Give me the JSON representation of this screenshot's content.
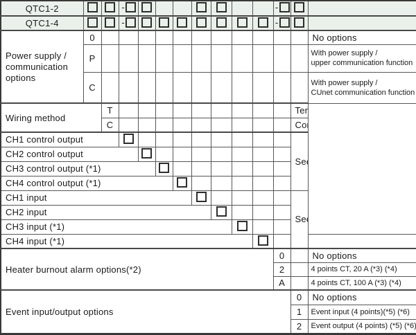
{
  "colors": {
    "row_tint": "#eaf1ea",
    "border": "#565656",
    "text": "#1a1a1a"
  },
  "glyphs": {
    "dash": "-"
  },
  "models": {
    "row1": {
      "label": "QTC1-2"
    },
    "row2": {
      "label": "QTC1-4"
    }
  },
  "power": {
    "label_lines": [
      "Power supply /",
      "communication",
      "options"
    ],
    "rows": [
      {
        "code": "0",
        "desc": "No options"
      },
      {
        "code": "P",
        "desc_lines": [
          "With power supply /",
          "upper communication function"
        ]
      },
      {
        "code": "C",
        "desc_lines": [
          "With power supply /",
          "CUnet communication function"
        ]
      }
    ]
  },
  "wiring": {
    "label": "Wiring method",
    "rows": [
      {
        "code": "T",
        "desc": "Terminal block type"
      },
      {
        "code": "C",
        "desc": "Connector type"
      }
    ]
  },
  "control_outputs": {
    "rows": [
      {
        "label": "CH1 control output"
      },
      {
        "label": "CH2 control output"
      },
      {
        "label": "CH3 control output (*1)"
      },
      {
        "label": "CH4 control output (*1)"
      }
    ],
    "desc": "See output code table"
  },
  "inputs": {
    "rows": [
      {
        "label": "CH1 input"
      },
      {
        "label": "CH2 input"
      },
      {
        "label": "CH3 input (*1)"
      },
      {
        "label": "CH4 input (*1)"
      }
    ],
    "desc": "See input code table"
  },
  "heater": {
    "label": "Heater burnout alarm options(*2)",
    "rows": [
      {
        "code": "0",
        "desc": "No options"
      },
      {
        "code": "2",
        "desc": "4 points CT, 20 A (*3) (*4)"
      },
      {
        "code": "A",
        "desc": "4 points CT, 100 A (*3) (*4)"
      }
    ]
  },
  "event": {
    "label": "Event input/output options",
    "rows": [
      {
        "code": "0",
        "desc": "No options"
      },
      {
        "code": "1",
        "desc": "Event input (4 points)(*5) (*6)"
      },
      {
        "code": "2",
        "desc": "Event output (4 points) (*5) (*6)"
      }
    ]
  }
}
